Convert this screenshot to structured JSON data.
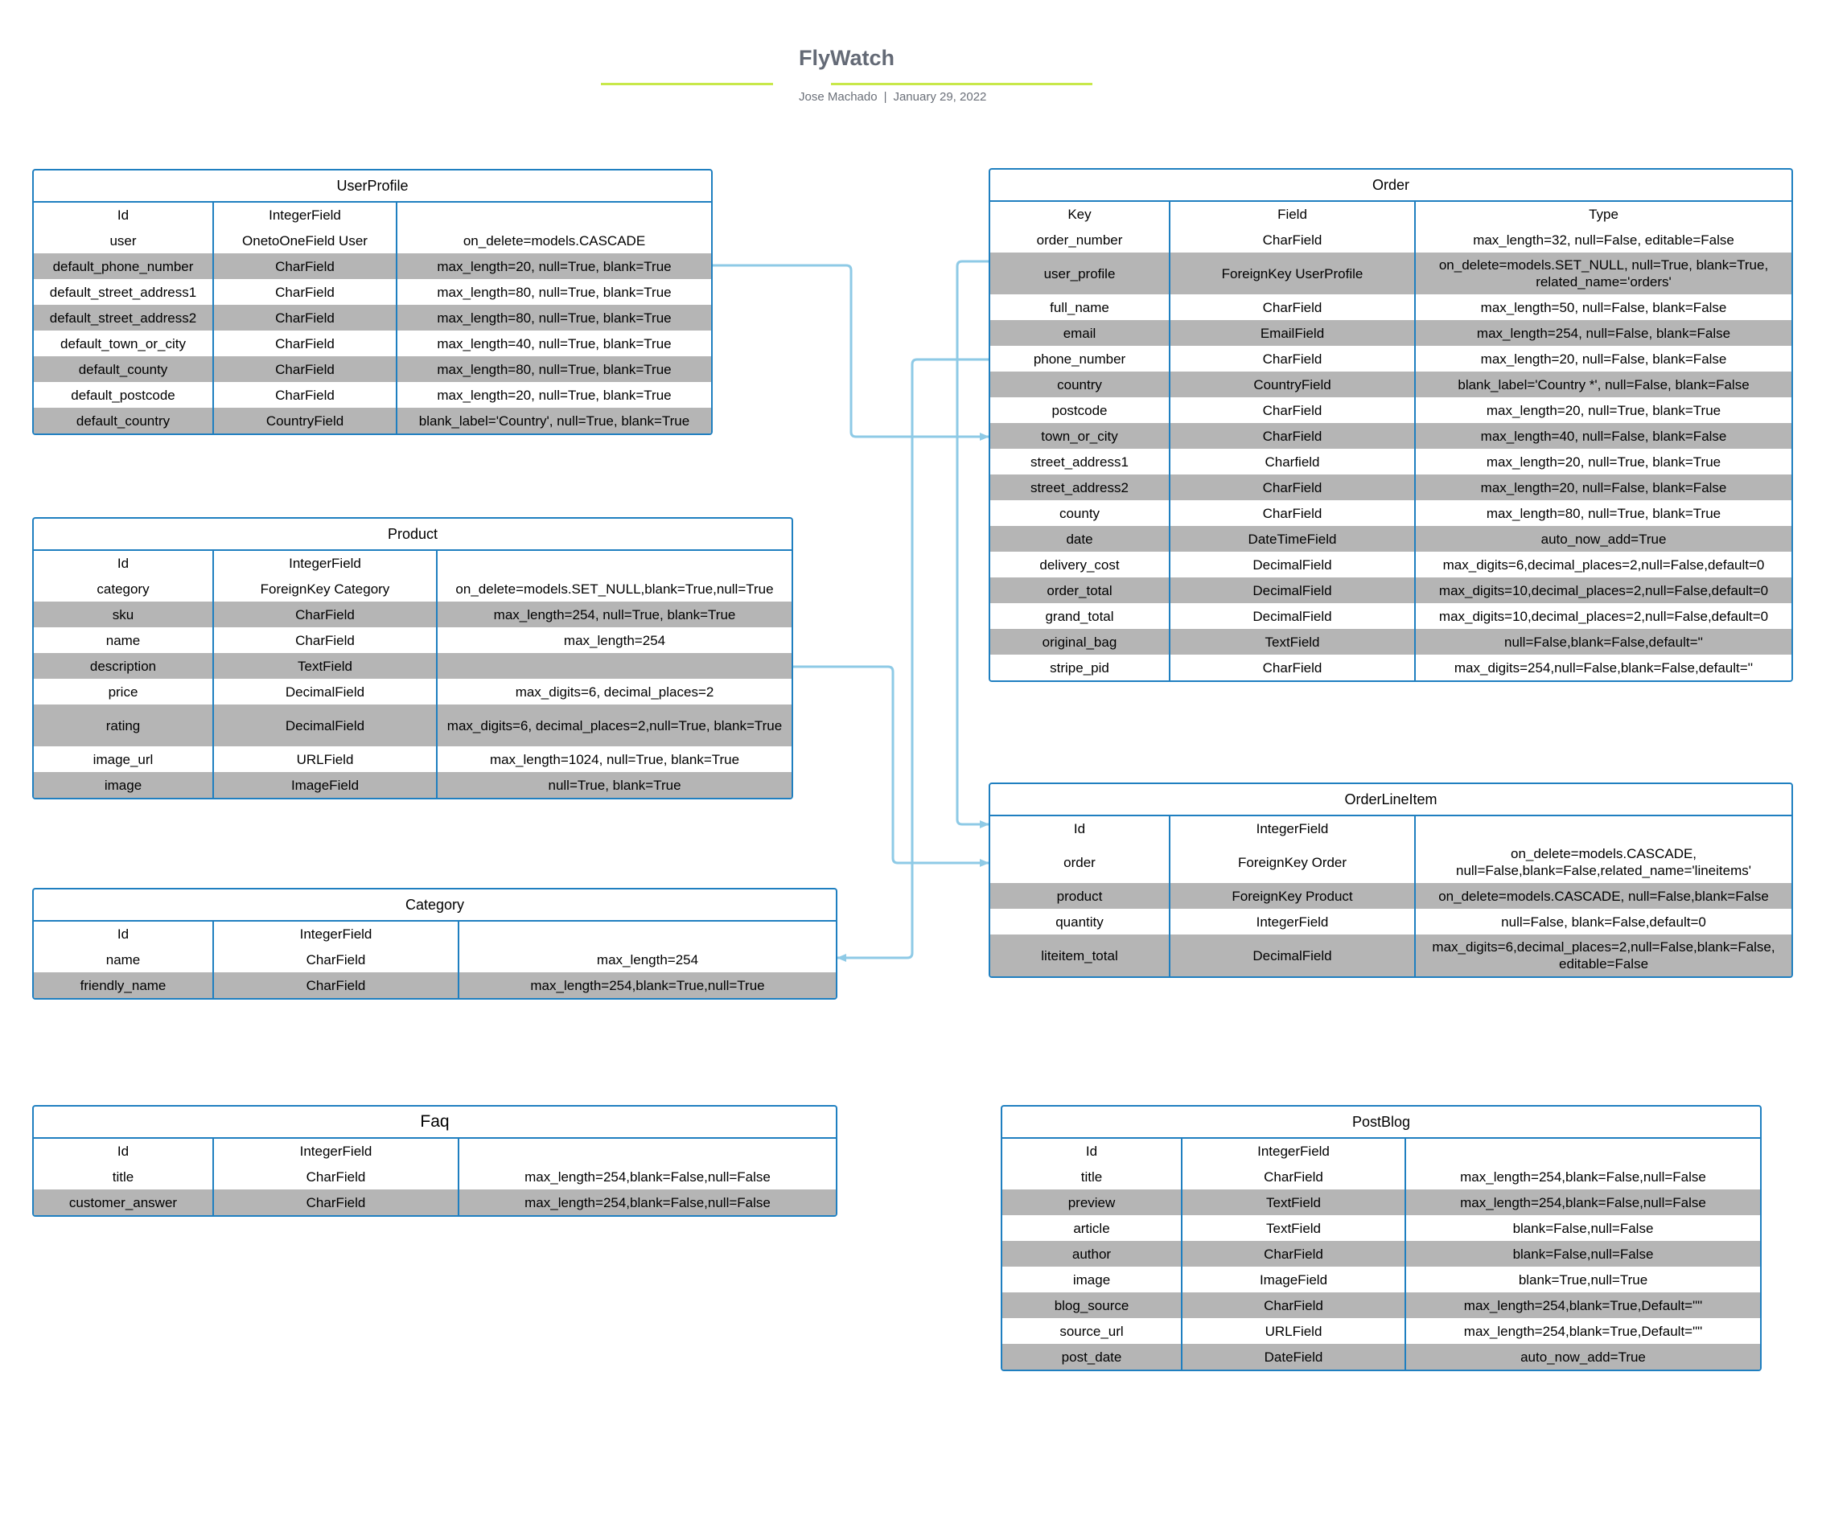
{
  "header": {
    "title": "FlyWatch",
    "author": "Jose Machado",
    "separator": "|",
    "date": "January 29, 2022",
    "accent_color": "#c8e84a"
  },
  "colors": {
    "border": "#1f7fc0",
    "row_alt": "#b5b5b5",
    "connector": "#8ecae6"
  },
  "entities": {
    "userprofile": {
      "title": "UserProfile",
      "rows": [
        [
          "Id",
          "IntegerField",
          ""
        ],
        [
          "user",
          "OnetoOneField User",
          "on_delete=models.CASCADE"
        ],
        [
          "default_phone_number",
          "CharField",
          "max_length=20, null=True, blank=True"
        ],
        [
          "default_street_address1",
          "CharField",
          "max_length=80, null=True, blank=True"
        ],
        [
          "default_street_address2",
          "CharField",
          "max_length=80, null=True, blank=True"
        ],
        [
          "default_town_or_city",
          "CharField",
          "max_length=40, null=True, blank=True"
        ],
        [
          "default_county",
          "CharField",
          "max_length=80, null=True, blank=True"
        ],
        [
          "default_postcode",
          "CharField",
          "max_length=20, null=True, blank=True"
        ],
        [
          "default_country",
          "CountryField",
          "blank_label='Country', null=True, blank=True"
        ]
      ]
    },
    "product": {
      "title": "Product",
      "rows": [
        [
          "Id",
          "IntegerField",
          ""
        ],
        [
          "category",
          "ForeignKey Category",
          "on_delete=models.SET_NULL,blank=True,null=True"
        ],
        [
          "sku",
          "CharField",
          "max_length=254, null=True, blank=True"
        ],
        [
          "name",
          "CharField",
          "max_length=254"
        ],
        [
          "description",
          "TextField",
          ""
        ],
        [
          "price",
          "DecimalField",
          "max_digits=6, decimal_places=2"
        ],
        [
          "rating",
          "DecimalField",
          "max_digits=6, decimal_places=2,null=True, blank=True"
        ],
        [
          "image_url",
          "URLField",
          "max_length=1024, null=True, blank=True"
        ],
        [
          "image",
          "ImageField",
          "null=True, blank=True"
        ]
      ]
    },
    "category": {
      "title": "Category",
      "rows": [
        [
          "Id",
          "IntegerField",
          ""
        ],
        [
          "name",
          "CharField",
          "max_length=254"
        ],
        [
          "friendly_name",
          "CharField",
          "max_length=254,blank=True,null=True"
        ]
      ]
    },
    "faq": {
      "title": "Faq",
      "rows": [
        [
          "Id",
          "IntegerField",
          ""
        ],
        [
          "title",
          "CharField",
          "max_length=254,blank=False,null=False"
        ],
        [
          "customer_answer",
          "CharField",
          "max_length=254,blank=False,null=False"
        ]
      ]
    },
    "order": {
      "title": "Order",
      "rows": [
        [
          "Key",
          "Field",
          "Type"
        ],
        [
          "order_number",
          "CharField",
          "max_length=32, null=False, editable=False"
        ],
        [
          "user_profile",
          "ForeignKey UserProfile",
          "on_delete=models.SET_NULL, null=True, blank=True, related_name='orders'"
        ],
        [
          "full_name",
          "CharField",
          "max_length=50, null=False, blank=False"
        ],
        [
          "email",
          "EmailField",
          "max_length=254, null=False, blank=False"
        ],
        [
          "phone_number",
          "CharField",
          "max_length=20, null=False, blank=False"
        ],
        [
          "country",
          "CountryField",
          "blank_label='Country *', null=False, blank=False"
        ],
        [
          "postcode",
          "CharField",
          "max_length=20, null=True, blank=True"
        ],
        [
          "town_or_city",
          "CharField",
          "max_length=40, null=False, blank=False"
        ],
        [
          "street_address1",
          "Charfield",
          "max_length=20, null=True, blank=True"
        ],
        [
          "street_address2",
          "CharField",
          "max_length=20, null=False, blank=False"
        ],
        [
          "county",
          "CharField",
          "max_length=80, null=True, blank=True"
        ],
        [
          "date",
          "DateTimeField",
          "auto_now_add=True"
        ],
        [
          "delivery_cost",
          "DecimalField",
          "max_digits=6,decimal_places=2,null=False,default=0"
        ],
        [
          "order_total",
          "DecimalField",
          "max_digits=10,decimal_places=2,null=False,default=0"
        ],
        [
          "grand_total",
          "DecimalField",
          "max_digits=10,decimal_places=2,null=False,default=0"
        ],
        [
          "original_bag",
          "TextField",
          "null=False,blank=False,default=''"
        ],
        [
          "stripe_pid",
          "CharField",
          "max_digits=254,null=False,blank=False,default=''"
        ]
      ]
    },
    "orderlineitem": {
      "title": "OrderLineItem",
      "rows": [
        [
          "Id",
          "IntegerField",
          ""
        ],
        [
          "order",
          "ForeignKey Order",
          "on_delete=models.CASCADE, null=False,blank=False,related_name='lineitems'"
        ],
        [
          "product",
          "ForeignKey Product",
          "on_delete=models.CASCADE, null=False,blank=False"
        ],
        [
          "quantity",
          "IntegerField",
          "null=False, blank=False,default=0"
        ],
        [
          "liteitem_total",
          "DecimalField",
          "max_digits=6,decimal_places=2,null=False,blank=False, editable=False"
        ]
      ]
    },
    "postblog": {
      "title": "PostBlog",
      "rows": [
        [
          "Id",
          "IntegerField",
          ""
        ],
        [
          "title",
          "CharField",
          "max_length=254,blank=False,null=False"
        ],
        [
          "preview",
          "TextField",
          "max_length=254,blank=False,null=False"
        ],
        [
          "article",
          "TextField",
          "blank=False,null=False"
        ],
        [
          "author",
          "CharField",
          "blank=False,null=False"
        ],
        [
          "image",
          "ImageField",
          "blank=True,null=True"
        ],
        [
          "blog_source",
          "CharField",
          "max_length=254,blank=True,Default=\"\""
        ],
        [
          "source_url",
          "URLField",
          "max_length=254,blank=True,Default=\"\""
        ],
        [
          "post_date",
          "DateField",
          "auto_now_add=True"
        ]
      ]
    }
  }
}
